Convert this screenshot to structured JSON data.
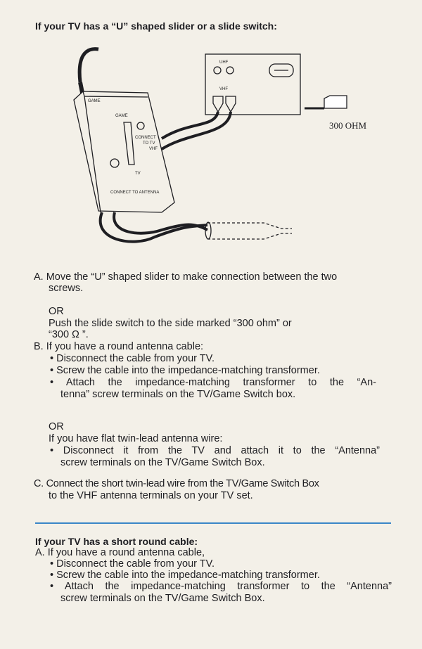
{
  "heading1": "If your TV has a “U” shaped slider or a slide switch:",
  "diagram": {
    "switch_game_top": "GAME",
    "switch_game": "GAME",
    "switch_connect_tv": [
      "CONNECT",
      "TO TV",
      "VHF"
    ],
    "switch_tv": "TV",
    "switch_antenna": "CONNECT TO ANTENNA",
    "tv_uhf": "UHF",
    "tv_vhf": "VHF",
    "ohm": "300 OHM"
  },
  "lines": [
    "A. Move the “U” shaped slider to make connection between the two",
    "screws.",
    "OR",
    "Push the slide switch to the side marked “300 ohm” or",
    "“300 Ω ”.",
    "B. If you have a round antenna cable:",
    "• Disconnect the cable from your TV.",
    "• Screw the cable into the impedance-matching transformer.",
    "• Attach the impedance-matching transformer to the “An-",
    "tenna” screw terminals on the TV/Game Switch box.",
    "OR",
    "If you have flat twin-lead antenna wire:",
    "• Disconnect it from the TV and attach it to the “Antenna”",
    "screw terminals on the TV/Game Switch Box.",
    "C. Connect the short twin-lead wire from the TV/Game Switch Box",
    "to the VHF antenna terminals on your TV set."
  ],
  "heading2": "If your TV has a short round cable:",
  "lines2": [
    "A. If you have a round antenna cable,",
    "• Disconnect the cable from your TV.",
    "• Screw the cable into the impedance-matching transformer.",
    "• Attach the impedance-matching transformer to the “Antenna”",
    "screw terminals on the TV/Game Switch Box."
  ]
}
